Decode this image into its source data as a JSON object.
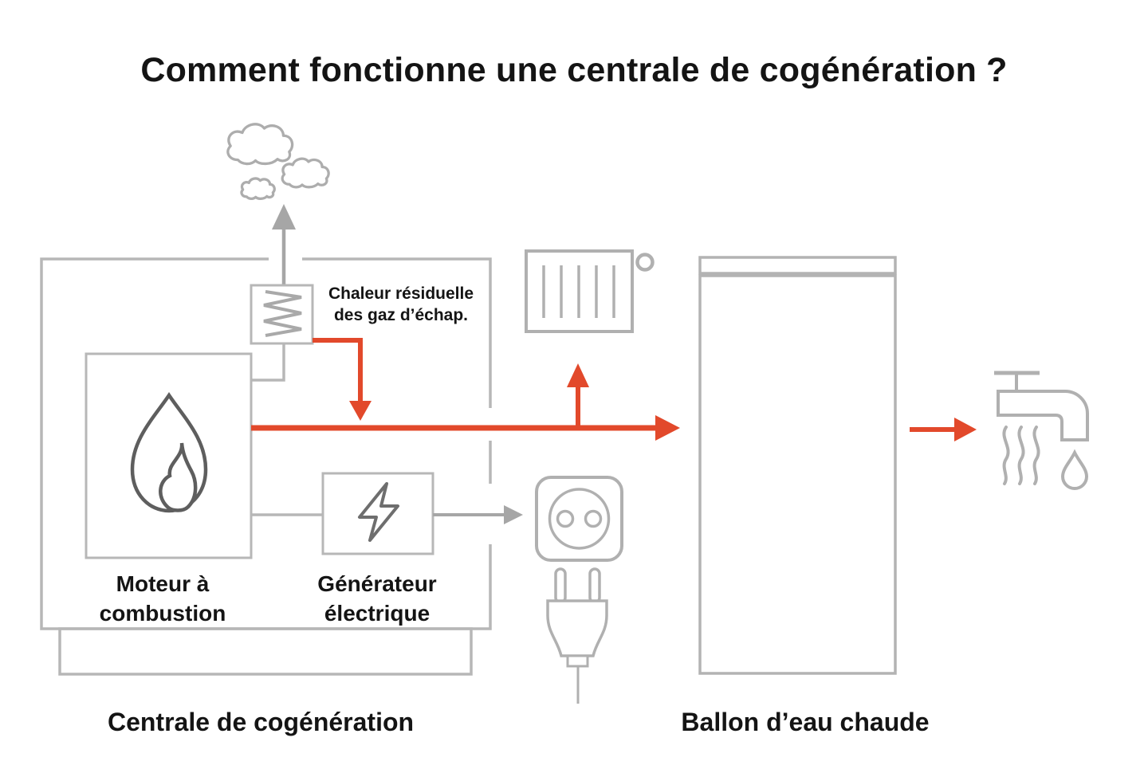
{
  "title": "Comment fonctionne une centrale de cogénération ?",
  "labels": {
    "waste_heat_line1": "Chaleur résiduelle",
    "waste_heat_line2": "des gaz d’échap.",
    "engine_line1": "Moteur à",
    "engine_line2": "combustion",
    "generator_line1": "Générateur",
    "generator_line2": "électrique",
    "plant_caption": "Centrale de cogénération",
    "tank_caption": "Ballon d’eau chaude"
  },
  "colors": {
    "heat_flow_red": "#e2492b",
    "line_gray": "#b7b7b7",
    "icon_gray": "#b0b0b0",
    "arrow_gray": "#a6a6a6",
    "flame_dark_gray": "#5e5e5e",
    "bolt_dark_gray": "#6e6e6e",
    "text_black": "#141414",
    "background": "#ffffff"
  },
  "icons": [
    "exhaust-clouds-icon",
    "heat-exchanger-coil-icon",
    "flame-icon",
    "lightning-icon",
    "radiator-icon",
    "power-outlet-icon",
    "power-plug-icon",
    "hot-water-tap-icon",
    "steam-icon",
    "water-drop-icon"
  ]
}
